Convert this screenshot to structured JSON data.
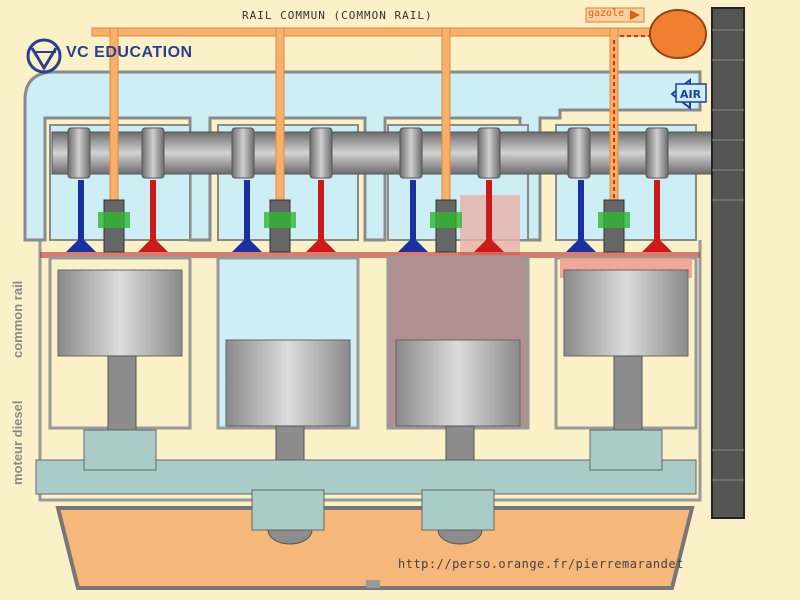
{
  "rail_label": "RAIL COMMUN   (COMMON RAIL)",
  "fuel_label": "gazole",
  "air_label": "AIR",
  "brand": "VC EDUCATION",
  "side_text_1": "moteur diesel",
  "side_text_2": "common rail",
  "url": "http://perso.orange.fr/pierremarandet",
  "colors": {
    "background": "#faf1c8",
    "intake_air": "#cdeef5",
    "fuel": "#f7b06a",
    "intake_valve": "#1a2fa0",
    "exhaust_valve": "#cc1a1a",
    "metal": "#8c8c8c",
    "injector": "#2fb82f",
    "combustion": "#f0a090"
  }
}
